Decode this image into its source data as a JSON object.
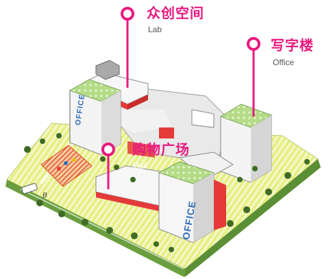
{
  "colors": {
    "accent": "#e8197f",
    "mall_label": "#ffffff",
    "sub_label": "#555555",
    "grass_stripe": "#e5ef7d",
    "roof_green": "#b4dc86",
    "wall_red": "#e43a3a",
    "facade_text": "#2f6db6"
  },
  "callouts": {
    "lab": {
      "title": "众创空间",
      "subtitle": "Lab"
    },
    "office": {
      "title": "写字楼",
      "subtitle": "Office"
    },
    "mall": {
      "title": "购物广场",
      "subtitle": "Mall"
    }
  },
  "facade_labels": {
    "left_tower": "OFFICE",
    "front_tower": "OFFICE"
  },
  "ground_marks": {
    "letter": "B"
  }
}
